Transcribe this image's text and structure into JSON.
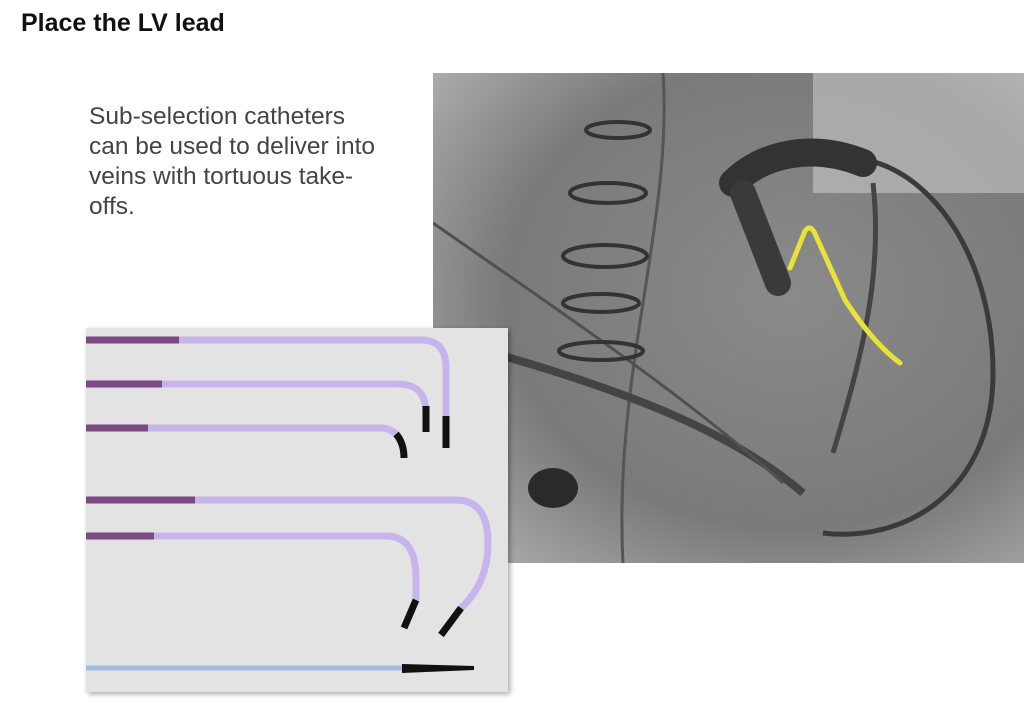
{
  "slide": {
    "title": "Place the LV lead",
    "body": "Sub-selection catheters can be used to deliver into veins with tortuous take-offs."
  },
  "images": {
    "xray": {
      "icon": "fluoroscopy-image",
      "lead_color": "#e8e23a"
    },
    "catheters": {
      "icon": "catheter-photo",
      "shaft_color": "#c7b4ec",
      "hub_color": "#7a4a80",
      "tip_color": "#111111",
      "guide_color": "#9fbde0"
    }
  }
}
